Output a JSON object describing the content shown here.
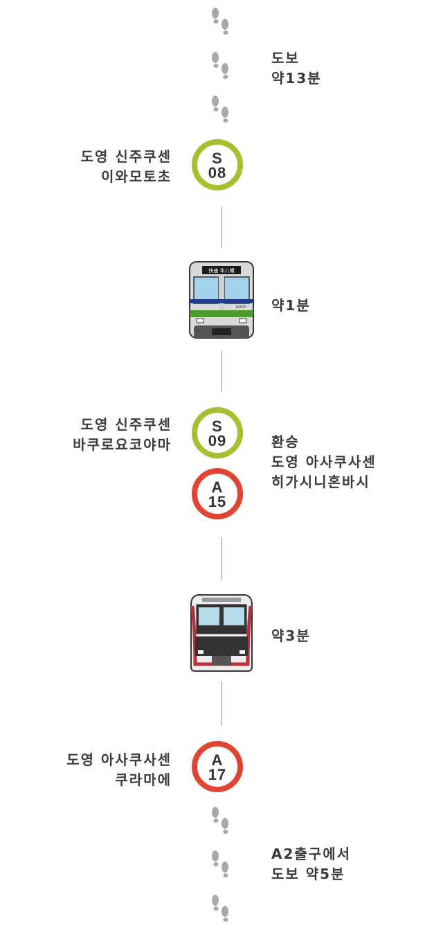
{
  "walk_start": {
    "label": "도보",
    "time": "약13분"
  },
  "stations": [
    {
      "name_line1": "도영 신주쿠센",
      "name_line2": "이와모토초",
      "code_letter": "S",
      "code_number": "08",
      "color": "#a8bf32"
    },
    {
      "name_line1": "도영 신주쿠센",
      "name_line2": "바쿠로요코야마",
      "code_letter": "S",
      "code_number": "09",
      "color": "#a8bf32"
    },
    {
      "code_letter": "A",
      "code_number": "15",
      "color": "#e04534"
    },
    {
      "name_line1": "도영 아사쿠사센",
      "name_line2": "쿠라마에",
      "code_letter": "A",
      "code_number": "17",
      "color": "#e04534"
    }
  ],
  "ride1": {
    "time": "약1분",
    "icon": "shinjuku-line-train-icon"
  },
  "transfer": {
    "line1": "환승",
    "line2": "도영 아사쿠사센",
    "line3": "히가시니혼바시"
  },
  "ride2": {
    "time": "약3분",
    "icon": "asakusa-line-train-icon"
  },
  "walk_end": {
    "line1": "A2출구에서",
    "line2": "도보 약5분"
  },
  "train1_headsign": "快速 本八幡",
  "train1_number": "10630",
  "icons": {
    "footprints": "footprints-icon"
  },
  "colors": {
    "shinjuku_green": "#a8bf32",
    "asakusa_red": "#e04534",
    "text": "#3a3a3a",
    "connector": "#c8c8c8",
    "footprint": "#a9a9a9"
  }
}
